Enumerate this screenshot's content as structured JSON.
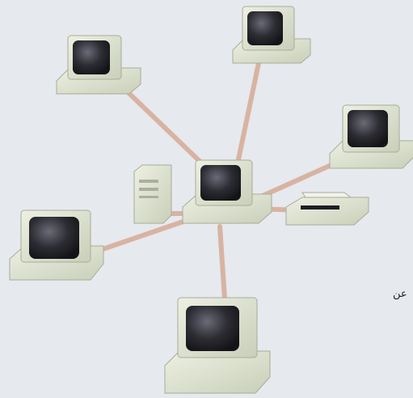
{
  "diagram": {
    "topology": "star",
    "hub": "computer",
    "nodes": [
      {
        "kind": "computer",
        "role": "hub"
      },
      {
        "kind": "computer"
      },
      {
        "kind": "computer"
      },
      {
        "kind": "computer"
      },
      {
        "kind": "computer"
      },
      {
        "kind": "computer"
      },
      {
        "kind": "tower-case"
      },
      {
        "kind": "printer"
      }
    ],
    "edge_text": "عن"
  },
  "colors": {
    "background": "#e6e9ee",
    "device_body": "#dfe3d2",
    "device_shadow": "#b9bfa9",
    "screen": "#2c2c33",
    "cable": "#d8b3a2"
  }
}
